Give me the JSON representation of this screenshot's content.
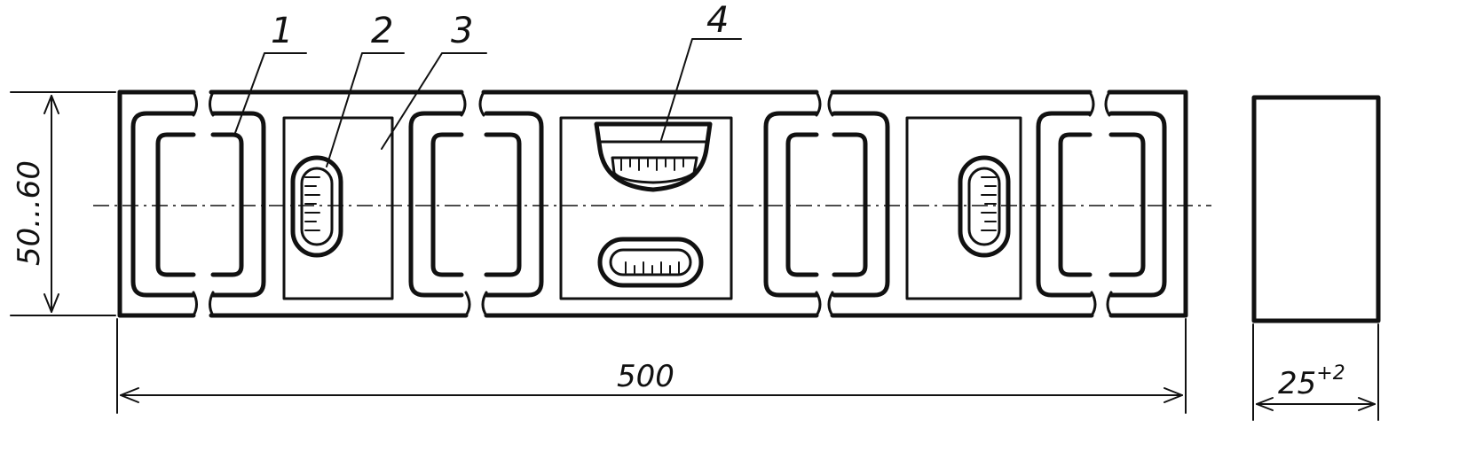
{
  "callouts": [
    {
      "id": "1",
      "label": "1"
    },
    {
      "id": "2",
      "label": "2"
    },
    {
      "id": "3",
      "label": "3"
    },
    {
      "id": "4",
      "label": "4"
    }
  ],
  "dimensions": {
    "length": "500",
    "height": "50...60",
    "width_base": "25",
    "width_tol": "+2"
  }
}
